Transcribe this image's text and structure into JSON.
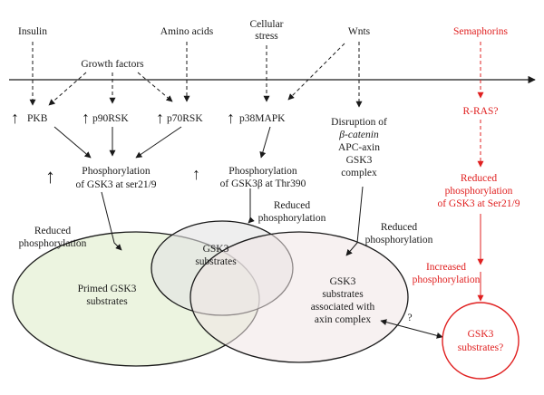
{
  "colors": {
    "black": "#1a1a1a",
    "red": "#e02020",
    "primed_fill": "#e9f2da",
    "gsk3_fill": "#e2e2e2",
    "axin_fill": "#f1e6e6"
  },
  "top_inputs": {
    "insulin": "Insulin",
    "growth_factors": "Growth factors",
    "amino_acids": "Amino acids",
    "cellular_stress_1": "Cellular",
    "cellular_stress_2": "stress",
    "wnts": "Wnts",
    "semaphorins": "Semaphorins"
  },
  "kinases": {
    "up_arrow": "↑",
    "pkb": "PKB",
    "p90rsk": "p90RSK",
    "p70rsk": "p70RSK",
    "p38mapk": "p38MAPK",
    "rras": "R-RAS?"
  },
  "wnt_branch": {
    "line1": "Disruption of",
    "line2": "β-catenin",
    "line3": "APC-axin",
    "line4": "GSK3",
    "line5": "complex"
  },
  "phospho_ser": {
    "line1": "Phosphorylation",
    "line2": "of GSK3 at ser21/9"
  },
  "phospho_thr": {
    "line1": "Phosphorylation",
    "line2": "of GSK3β at Thr390"
  },
  "reduced_left": {
    "line1": "Reduced",
    "line2": "phosphorylation"
  },
  "reduced_middle": {
    "line1": "Reduced",
    "line2": "phosphorylation"
  },
  "reduced_right": {
    "line1": "Reduced",
    "line2": "phosphorylation"
  },
  "red_branch": {
    "reduced1": "Reduced",
    "reduced2": "phosphorylation",
    "reduced3": "of GSK3 at Ser21/9",
    "increased1": "Increased",
    "increased2": "phosphorylation"
  },
  "ellipses": {
    "gsk3_1": "GSK3",
    "gsk3_2": "substrates",
    "primed_1": "Primed GSK3",
    "primed_2": "substrates",
    "axin_1": "GSK3",
    "axin_2": "substrates",
    "axin_3": "associated with",
    "axin_4": "axin complex"
  },
  "circle": {
    "line1": "GSK3",
    "line2": "substrates?"
  },
  "question": "?"
}
